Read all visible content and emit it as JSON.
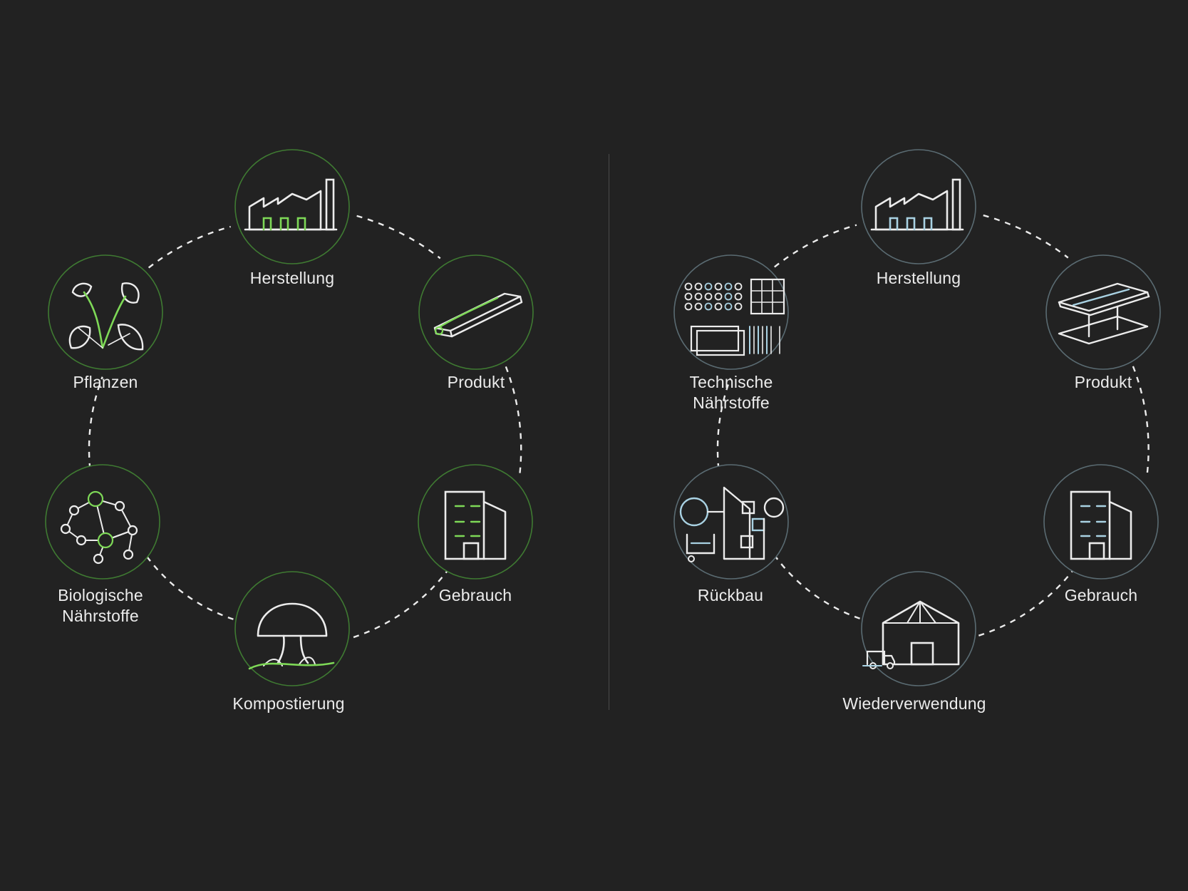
{
  "colors": {
    "background": "#222222",
    "biological_accent": "#7ed957",
    "technical_accent": "#a9d2e3",
    "biological_ring": "#3f7a32",
    "technical_ring": "#5a6b72",
    "line": "#ececec"
  },
  "biological_cycle": {
    "title": "",
    "nodes": [
      {
        "id": "herstellung",
        "label": "Herstellung",
        "icon": "factory-icon"
      },
      {
        "id": "produkt",
        "label": "Produkt",
        "icon": "beam-product-icon"
      },
      {
        "id": "gebrauch",
        "label": "Gebrauch",
        "icon": "building-icon"
      },
      {
        "id": "kompostierung",
        "label": "Kompostierung",
        "icon": "mushroom-icon"
      },
      {
        "id": "biologische-naehrstoffe",
        "label": "Biologische\nNährstoffe",
        "icon": "molecule-network-icon"
      },
      {
        "id": "pflanzen",
        "label": "Pflanzen",
        "icon": "leaves-icon"
      }
    ]
  },
  "technical_cycle": {
    "title": "",
    "nodes": [
      {
        "id": "herstellung",
        "label": "Herstellung",
        "icon": "factory-icon"
      },
      {
        "id": "produkt",
        "label": "Produkt",
        "icon": "layered-beam-icon"
      },
      {
        "id": "gebrauch",
        "label": "Gebrauch",
        "icon": "building-icon"
      },
      {
        "id": "wiederverwendung",
        "label": "Wiederverwendung",
        "icon": "warehouse-truck-icon"
      },
      {
        "id": "rueckbau",
        "label": "Rückbau",
        "icon": "deconstruction-icon"
      },
      {
        "id": "technische-naehrstoffe",
        "label": "Technische\nNährstoffe",
        "icon": "material-grid-icon"
      }
    ]
  }
}
